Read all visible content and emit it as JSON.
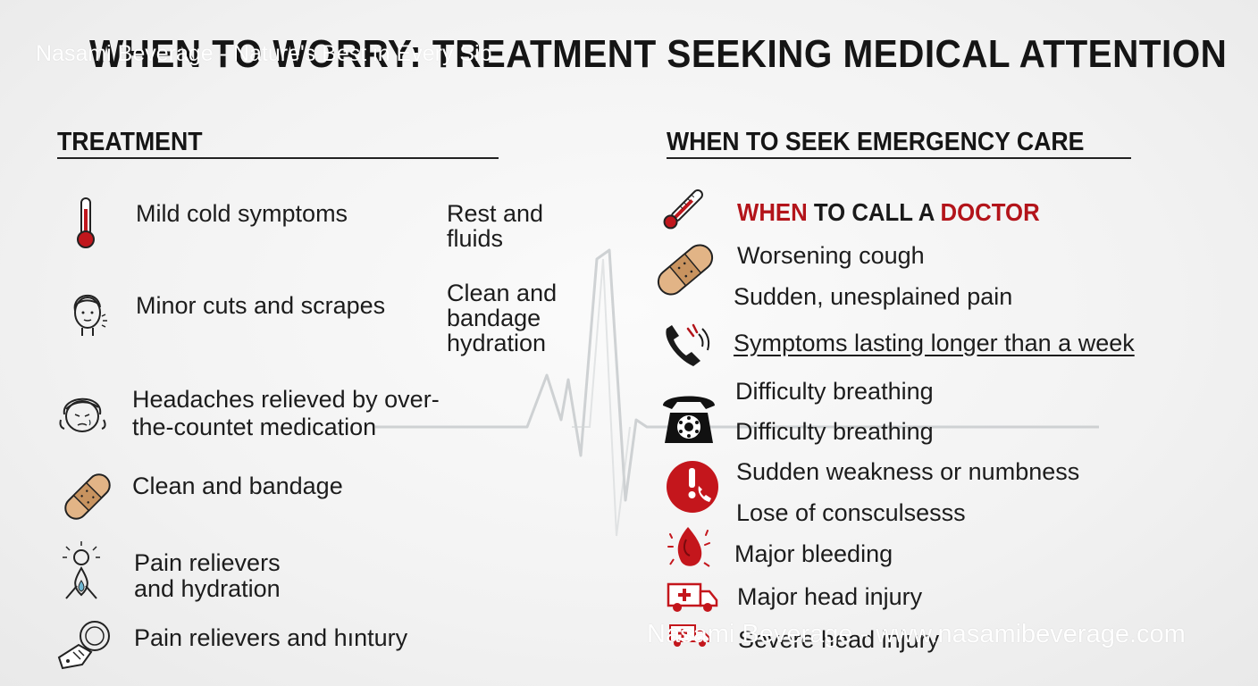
{
  "title": "WHEN TO WORRY: TREATMENT SEEKING MEDICAL ATTENTION",
  "watermark_top": "Nasami Beverage - Nature's Best in Every Sip",
  "watermark_bottom": "Nasami Beverage - www.nasamibeverage.com",
  "treatment": {
    "heading": "TREATMENT",
    "items": [
      {
        "label": "Mild cold symptoms",
        "icon": "thermometer-icon"
      },
      {
        "label": "Minor cuts and scrapes",
        "icon": "face-icon"
      },
      {
        "label": "Headaches relieved by over-the-countet medication",
        "line1": "Headaches relieved by over-",
        "line2": "the-countet medication",
        "icon": "child-face-icon"
      },
      {
        "label": "Clean and bandage",
        "icon": "bandage-icon"
      },
      {
        "label": "Pain relievers and hydration",
        "line1": "Pain relievers",
        "line2": "and hydration",
        "icon": "water-drop-icon"
      },
      {
        "label": "Pain relievers and hıntury",
        "icon": "injured-hand-icon"
      }
    ],
    "side_notes": [
      {
        "line1": "Rest and",
        "line2": "fluids"
      },
      {
        "line1": "Clean and",
        "line2": "bandage",
        "line3": "hydration"
      }
    ]
  },
  "emergency": {
    "heading": "WHEN TO SEEK EMERGENCY CARE",
    "call_doctor": {
      "part1": "WHEN",
      "part2": " TO CALL A ",
      "part3": "DOCTOR"
    },
    "items": [
      "Worsening cough",
      "Sudden, unesplained pain",
      "Symptoms lasting longer than a week",
      "Difficulty breathing",
      "Difficulty breathing",
      "Sudden weakness or numbness",
      "Lose of consculsesss",
      "Major bleeding",
      "Major head injury",
      "Severe head injury"
    ],
    "icons": [
      "thermometer-icon",
      "bandage-icon",
      "phone-ringing-icon",
      "rotary-telephone-icon",
      "emergency-phone-icon",
      "bleeding-icon",
      "ambulance-icon",
      "ambulance-small-icon"
    ]
  },
  "colors": {
    "accent_red": "#b3141a",
    "text": "#1a1a1a",
    "bandage": "#e2b486"
  }
}
